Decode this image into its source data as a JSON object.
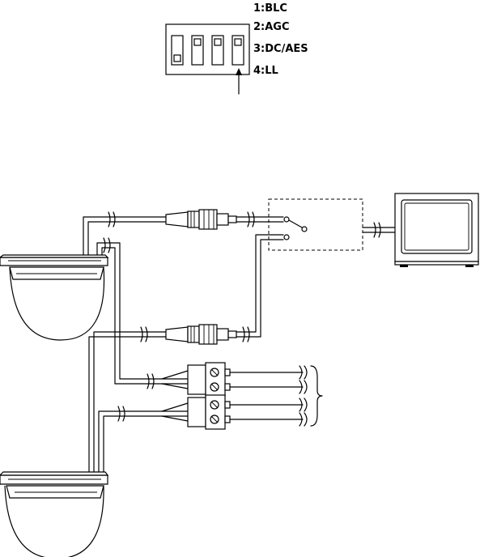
{
  "switch_labels": [
    "1:BLC",
    "2:AGC",
    "3:DC/AES",
    "4:LL"
  ],
  "colors": {
    "ink": "#000000",
    "paper": "#ffffff"
  }
}
